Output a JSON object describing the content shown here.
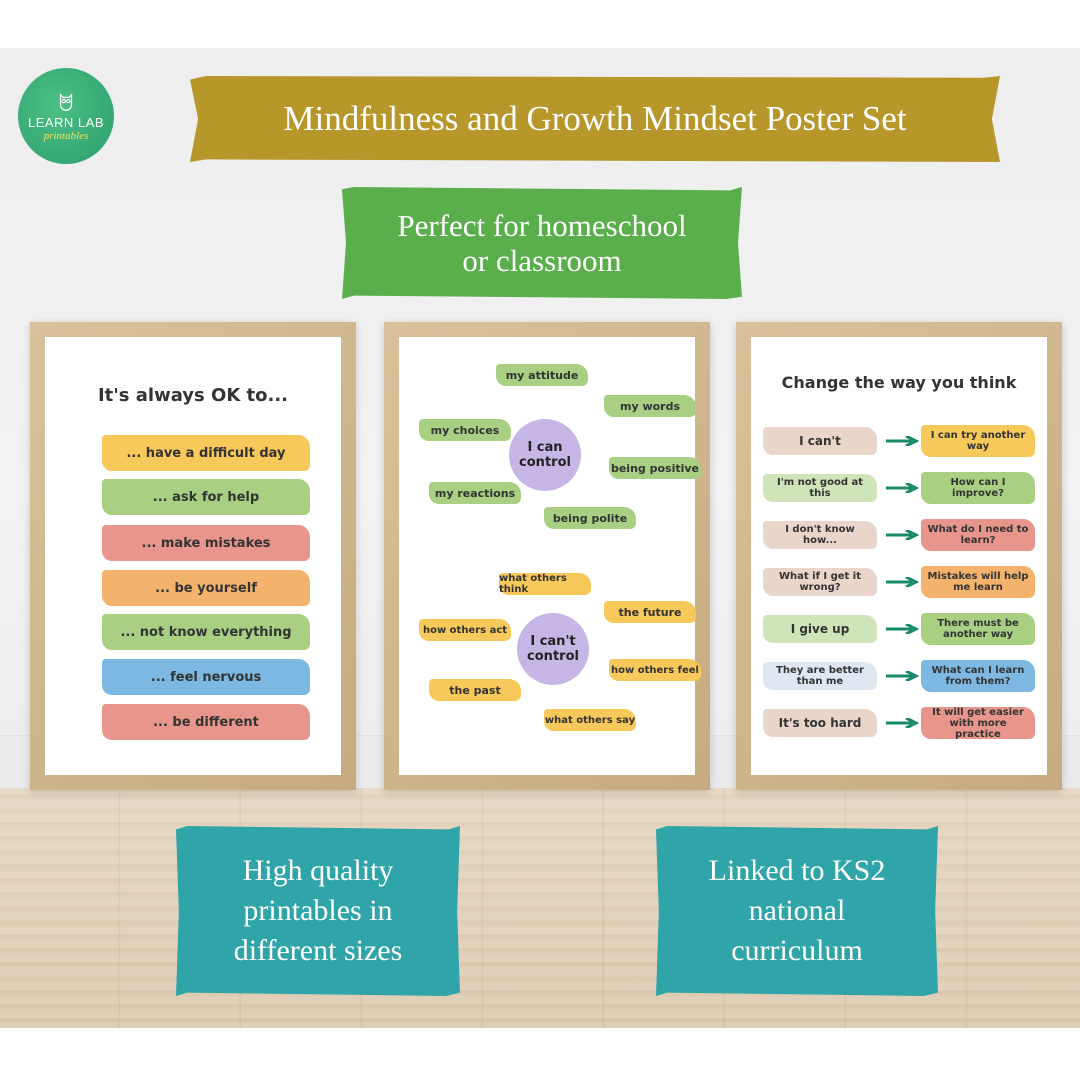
{
  "logo": {
    "line1": "LEARN LAB",
    "line2": "printables"
  },
  "banner_title": "Mindfulness and Growth Mindset Poster Set",
  "banner_sub": {
    "line1": "Perfect for homeschool",
    "line2": "or classroom"
  },
  "poster1": {
    "title": "It's always OK to...",
    "items": [
      {
        "text": "... have a difficult day",
        "color": "#f7c85a"
      },
      {
        "text": "... ask for help",
        "color": "#a9cf83"
      },
      {
        "text": "... make mistakes",
        "color": "#e8968b"
      },
      {
        "text": "... be yourself",
        "color": "#f4b36c"
      },
      {
        "text": "... not know everything",
        "color": "#a9cf83"
      },
      {
        "text": "... feel nervous",
        "color": "#7cb8e1"
      },
      {
        "text": "... be different",
        "color": "#e8968b"
      }
    ]
  },
  "poster2": {
    "can_control": {
      "line1": "I can",
      "line2": "control"
    },
    "can_items": [
      "my attitude",
      "my words",
      "my choices",
      "being positive",
      "my reactions",
      "being polite"
    ],
    "cant_control": {
      "line1": "I can't",
      "line2": "control"
    },
    "cant_items": [
      "what others think",
      "the future",
      "how others act",
      "how others feel",
      "the past",
      "what others say"
    ]
  },
  "poster3": {
    "title": "Change the way you think",
    "rows": [
      {
        "from": "I can't",
        "to": "I can try another way"
      },
      {
        "from": "I'm not good at this",
        "to": "How can I improve?"
      },
      {
        "from": "I don't know how...",
        "to": "What do I need to learn?"
      },
      {
        "from": "What if I get it wrong?",
        "to": "Mistakes will help me learn"
      },
      {
        "from": "I give up",
        "to": "There must be another way"
      },
      {
        "from": "They are better than me",
        "to": "What can I learn from them?"
      },
      {
        "from": "It's too hard",
        "to": "It will get easier with more practice"
      }
    ]
  },
  "cta_left": {
    "line1": "High quality",
    "line2": "printables in",
    "line3": "different sizes"
  },
  "cta_right": {
    "line1": "Linked to KS2",
    "line2": "national",
    "line3": "curriculum"
  },
  "colors": {
    "gold": "#b7962a",
    "green": "#5aaf4c",
    "teal": "#2fa5a9",
    "logo_green": "#35a873"
  }
}
